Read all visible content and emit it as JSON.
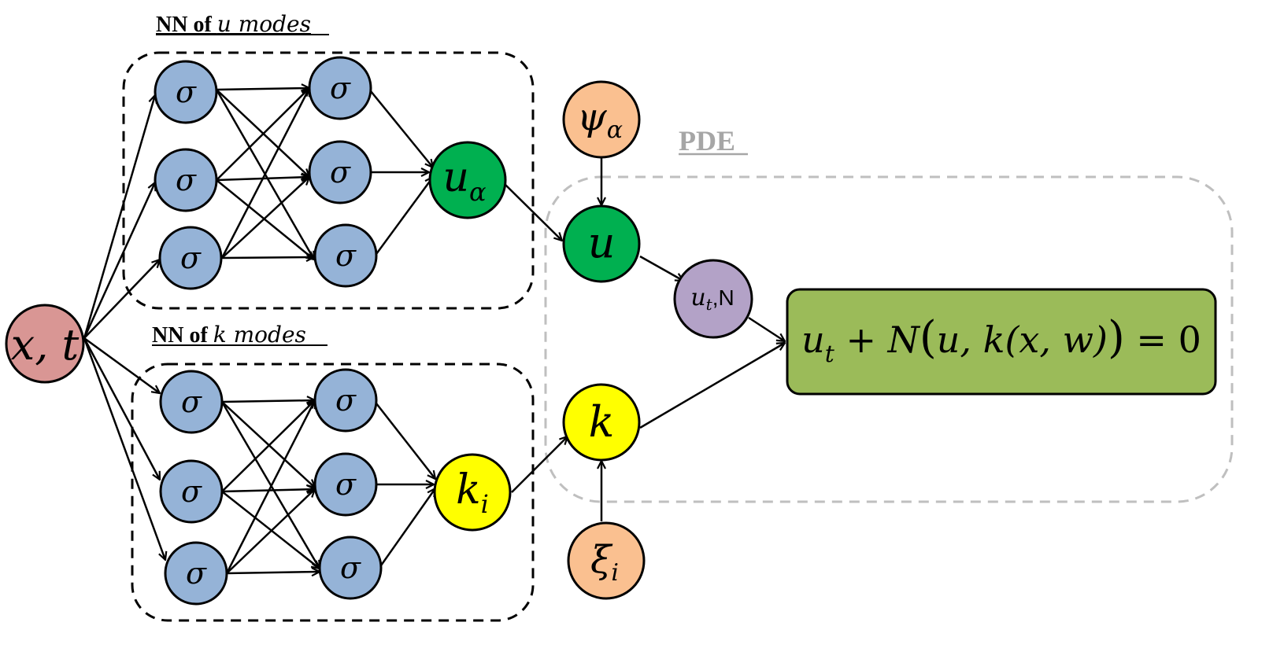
{
  "colors": {
    "neuron": "#95b3d7",
    "input": "#d99694",
    "u_mode": "#00b050",
    "k_mode": "#ffff00",
    "basis": "#fac090",
    "derivative": "#b3a2c7",
    "pde": "#9bbb59",
    "pde_group_border": "#bfbfbf",
    "pde_label": "#a6a6a6",
    "edge": "#000000"
  },
  "group_labels": {
    "u_net_bold": "NN of ",
    "u_net_italic": "u modes",
    "k_net_bold": "NN of ",
    "k_net_italic": "k modes",
    "pde": "PDE"
  },
  "nodes": {
    "input": "x, t",
    "neuron": "σ",
    "u_alpha": {
      "base": "u",
      "sub": "α"
    },
    "k_i": {
      "base": "k",
      "sub": "i"
    },
    "psi_alpha": {
      "base": "ψ",
      "sub": "α"
    },
    "xi_i": {
      "base": "ξ",
      "sub": "i"
    },
    "u": "u",
    "k": "k",
    "derivative": {
      "base": "u",
      "sub": "t",
      "suffix": ",N"
    }
  },
  "equation": {
    "u": "u",
    "t": "t",
    "plus": " + ",
    "N": "N",
    "lparen": "(",
    "args1": "u, ",
    "k": "k",
    "args2": "(x, w)",
    "rparen": ")",
    "rhs": " = 0"
  }
}
